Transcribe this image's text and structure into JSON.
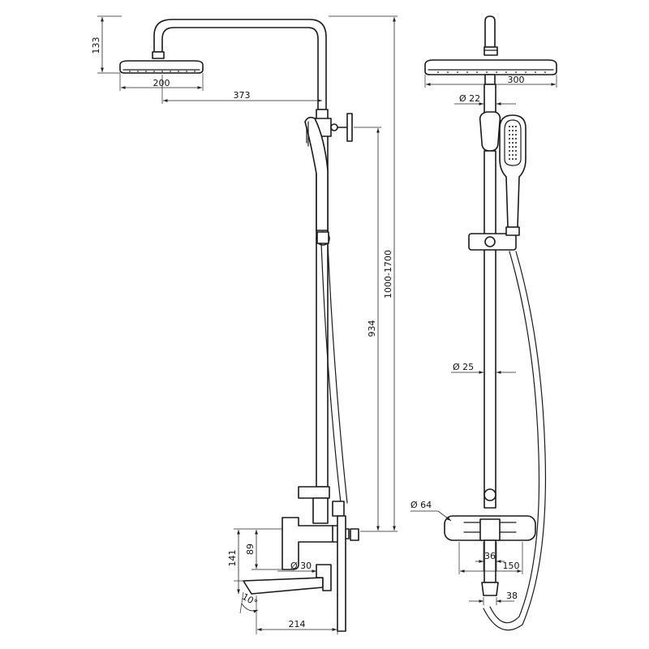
{
  "drawing": {
    "side_view": {
      "dimensions": {
        "head_height": "133",
        "head_width": "200",
        "arm_reach": "373",
        "overall_height": "1000-1700",
        "bar_height": "934",
        "mixer_height": "141",
        "body_height": "89",
        "diameter": "Ø 30",
        "spout_length": "214",
        "angle": "10°"
      }
    },
    "front_view": {
      "dimensions": {
        "head_diameter": "300",
        "top_pipe": "Ø 22",
        "bar_diameter": "Ø 25",
        "handle_diameter": "Ø 64",
        "center": "36",
        "spacing": "150",
        "outlet": "38"
      }
    }
  }
}
